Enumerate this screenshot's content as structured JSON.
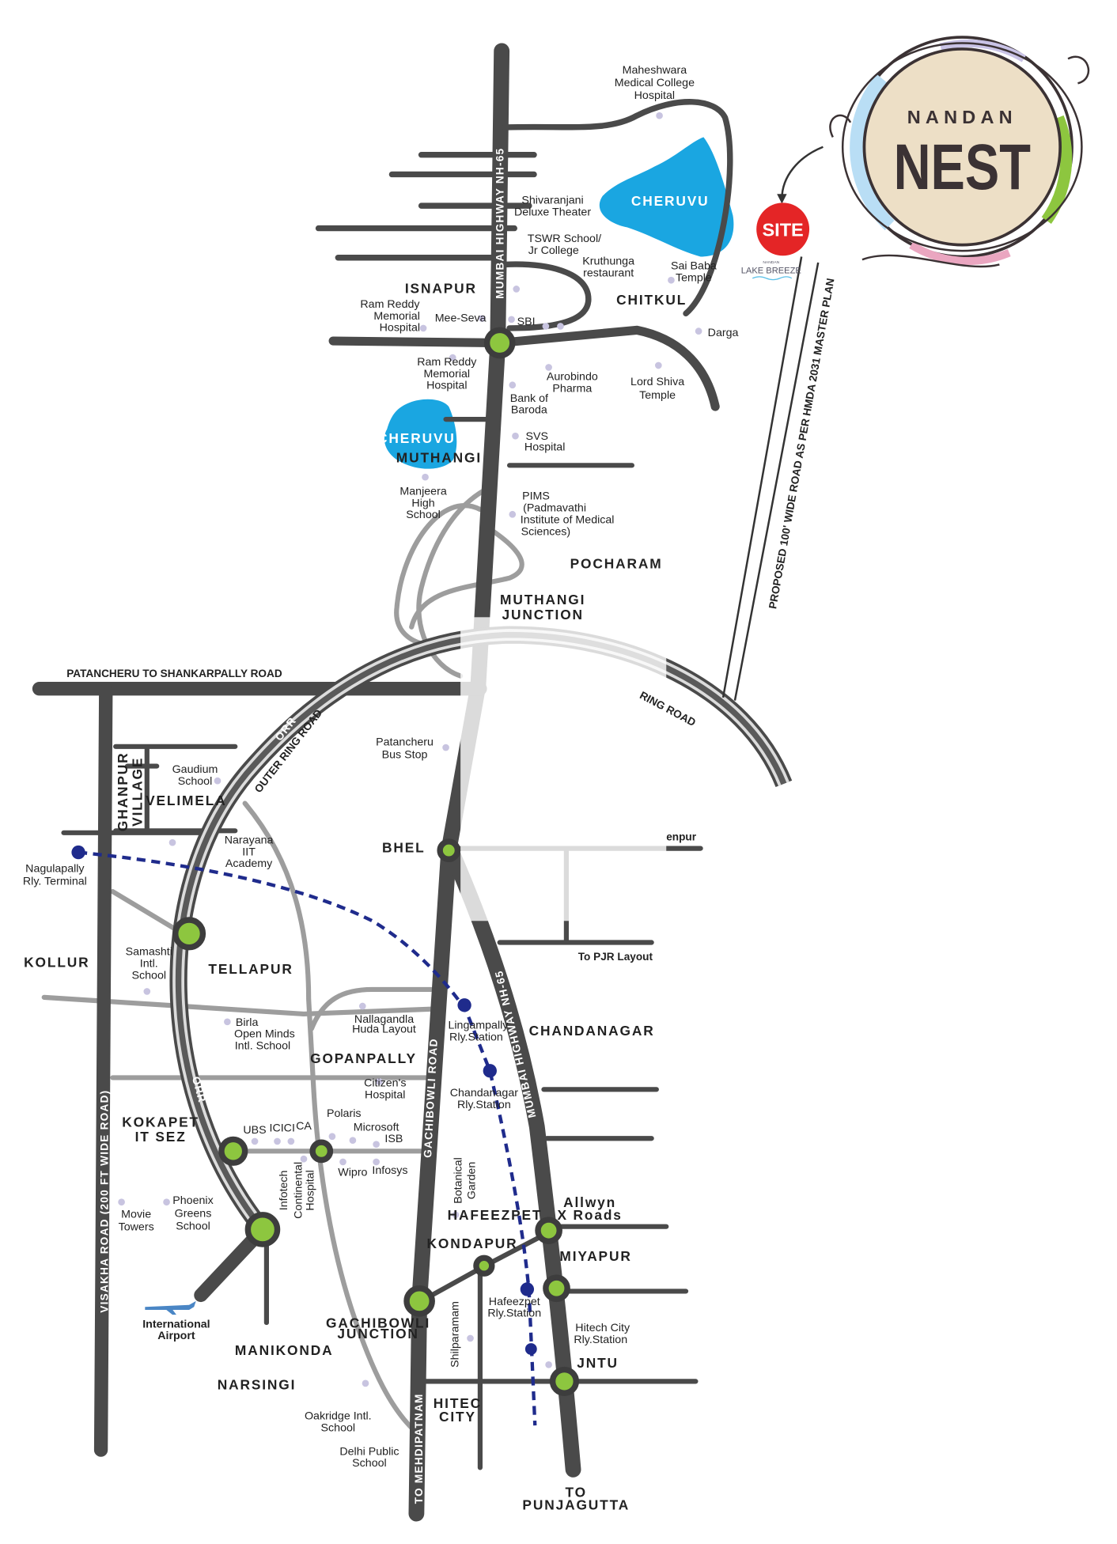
{
  "logo": {
    "small": "NANDAN",
    "big": "NEST",
    "colors": [
      "#b9def5",
      "#c9c3e6",
      "#8dc63f",
      "#eaa6c0",
      "#eddfc6"
    ]
  },
  "site": {
    "label": "SITE",
    "project_small": "NANDAN",
    "project_big": "LAKE BREEZE",
    "color": "#e42526"
  },
  "lakes": {
    "north": "CHERUVU",
    "south": "CHERUVU",
    "color": "#1aa6e1"
  },
  "areas": {
    "isnapur": "ISNAPUR",
    "chitkul": "CHITKUL",
    "muthangi": "MUTHANGI",
    "pocharam": "POCHARAM",
    "muthangi_junction": [
      "MUTHANGI",
      "JUNCTION"
    ],
    "bhel": "BHEL",
    "velimela": "VELIMELA",
    "ghanpur": [
      "GHANPUR",
      "VILLAGE"
    ],
    "kollur": "KOLLUR",
    "tellapur": "TELLAPUR",
    "gopanpally": "GOPANPALLY",
    "chandanagar": "CHANDANAGAR",
    "kokapet": [
      "KOKAPET",
      "IT SEZ"
    ],
    "hafeezpet": "HAFEEZPET",
    "kondapur": "KONDAPUR",
    "miyapur": "MIYAPUR",
    "manikonda": "MANIKONDA",
    "narsingi": "NARSINGI",
    "hitec": [
      "HITEC",
      "CITY"
    ],
    "gachibowli_junction": [
      "GACHIBOWLI",
      "JUNCTION"
    ],
    "allwyn": [
      "Allwyn",
      "X Roads"
    ],
    "jntu": "JNTU",
    "punjagutta": [
      "TO",
      "PUNJAGUTTA"
    ]
  },
  "roads": {
    "nh65_north": "MUMBAI HIGHWAY NH-65",
    "nh65_south": "MUMBAI HIGHWAY NH-65",
    "patancheru": "PATANCHERU TO SHANKARPALLY ROAD",
    "orr": "OUTER RING ROAD",
    "orr_short": "ORR",
    "orr_short2": "ORR",
    "ring_road": "RING ROAD",
    "gachibowli": "GACHIBOWLI ROAD",
    "visakha": "VISAKHA ROAD (200 FT WIDE ROAD)",
    "mehdipatnam": "TO MEHDIPATNAM",
    "proposed": "PROPOSED 100' WIDE ROAD AS PER HMDA 2031 MASTER PLAN",
    "pjr": "To PJR Layout",
    "ameenpur": "enpur"
  },
  "pois": {
    "maheshwara": [
      "Maheshwara",
      "Medical College",
      "Hospital"
    ],
    "shivaranjani": [
      "Shivaranjani",
      "Deluxe Theater"
    ],
    "tswr": [
      "TSWR School/",
      "Jr College"
    ],
    "kruthunga": [
      "Kruthunga",
      "restaurant"
    ],
    "saibaba": [
      "Sai Baba",
      "Temple"
    ],
    "ramreddy1": [
      "Ram Reddy",
      "Memorial",
      "Hospital"
    ],
    "meeseva": "Mee-Seva",
    "sbi": "SBI",
    "darga": "Darga",
    "ramreddy2": [
      "Ram Reddy",
      "Memorial",
      "Hospital"
    ],
    "aurobindo": [
      "Aurobindo",
      "Pharma"
    ],
    "lordshiva": [
      "Lord Shiva",
      "Temple"
    ],
    "bob": [
      "Bank of",
      "Baroda"
    ],
    "svs": [
      "SVS",
      "Hospital"
    ],
    "manjeera": [
      "Manjeera",
      "High",
      "School"
    ],
    "pims": [
      "PIMS",
      "(Padmavathi",
      "Institute of Medical",
      "Sciences)"
    ],
    "patancheru_bus": [
      "Patancheru",
      "Bus Stop"
    ],
    "gaudium": [
      "Gaudium",
      "School"
    ],
    "narayana": [
      "Narayana",
      "IIT",
      "Academy"
    ],
    "nagulapally": [
      "Nagulapally",
      "Rly. Terminal"
    ],
    "samashti": [
      "Samashti",
      "Intl.",
      "School"
    ],
    "birla": [
      "Birla",
      "Open Minds",
      "Intl. School"
    ],
    "nallagandla": [
      "Nallagandla",
      "Huda Layout"
    ],
    "lingampally": [
      "Lingampally",
      "Rly.Station"
    ],
    "citizens": [
      "Citizen's",
      "Hospital"
    ],
    "chandanagar_stn": [
      "Chandanagar",
      "Rly.Station"
    ],
    "polaris": "Polaris",
    "microsoft": "Microsoft",
    "isb": "ISB",
    "ubs": "UBS",
    "icici": "ICICI",
    "ca": "CA",
    "wipro": "Wipro",
    "infosys": "Infosys",
    "infotech": "Infotech",
    "continental": [
      "Continental",
      "Hospital"
    ],
    "botanical": [
      "Botanical",
      "Garden"
    ],
    "movie": [
      "Movie",
      "Towers"
    ],
    "phoenix": [
      "Phoenix",
      "Greens",
      "School"
    ],
    "airport": [
      "International",
      "Airport"
    ],
    "shilparamam": "Shilparamam",
    "hafeezpet_stn": [
      "Hafeezpet",
      "Rly.Station"
    ],
    "hitech_stn": [
      "Hitech City",
      "Rly.Station"
    ],
    "oakridge": [
      "Oakridge Intl.",
      "School"
    ],
    "dps": [
      "Delhi Public",
      "School"
    ]
  }
}
